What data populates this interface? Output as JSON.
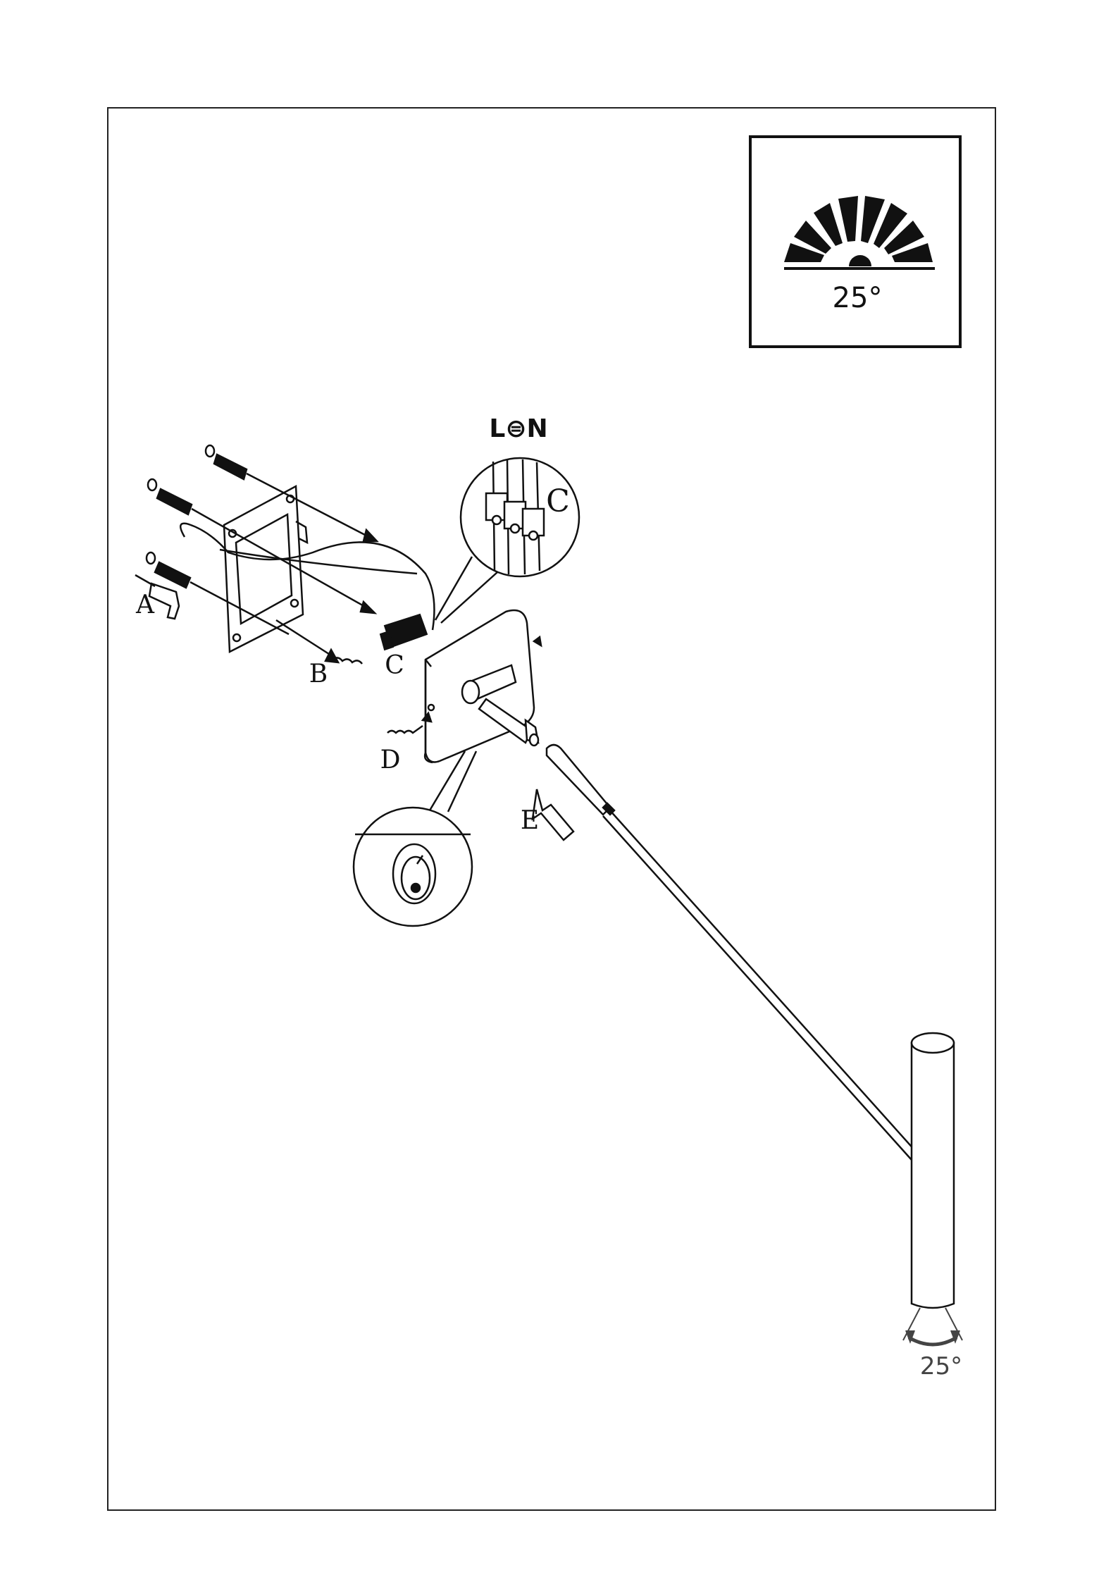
{
  "beam_badge": {
    "angle_label": "25°"
  },
  "wiring": {
    "terminal_order": "L⊜N"
  },
  "labels": {
    "a": "A",
    "b": "B",
    "c_detail": "C",
    "c_connector": "C",
    "d": "D",
    "e": "E"
  },
  "beam_angle": {
    "label": "25°"
  },
  "colors": {
    "line": "#111111",
    "frame": "#222222"
  }
}
